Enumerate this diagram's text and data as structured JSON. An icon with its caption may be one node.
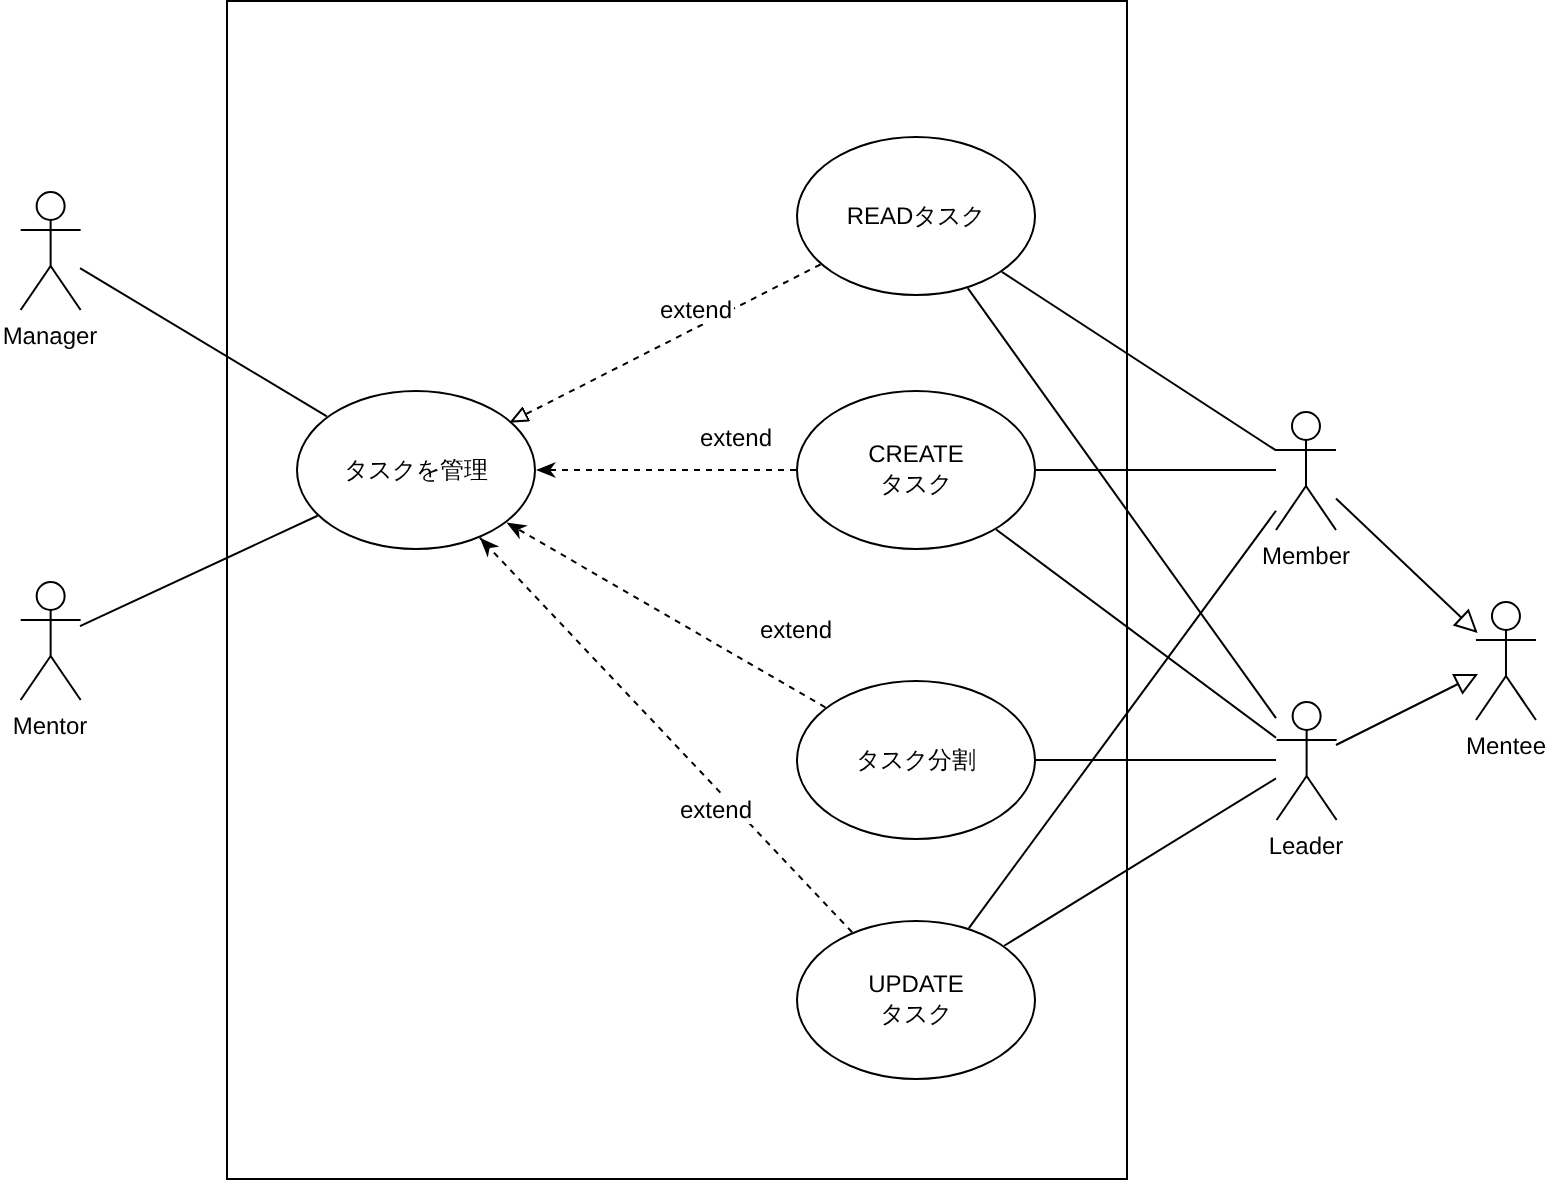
{
  "diagram": {
    "nodes": [
      {
        "text": [],
        "shape": "box"
      },
      {
        "text": [
          "Manager"
        ]
      },
      {
        "text": [
          "Mentor"
        ]
      },
      {
        "text": [
          "タスクを管理"
        ],
        "in": 0
      },
      {
        "text": [
          "READタスク"
        ],
        "in": 0
      },
      {
        "text": [
          "CREATE タスク"
        ],
        "in": 0
      },
      {
        "text": [
          "タスク分割"
        ],
        "in": 0
      },
      {
        "text": [
          "UPDATE タスク"
        ],
        "in": 0
      },
      {
        "text": [
          "Member"
        ]
      },
      {
        "text": [
          "Leader"
        ]
      },
      {
        "text": [
          "Mentee"
        ]
      }
    ],
    "edges": [
      {
        "from": 1,
        "to": 3,
        "arrow": "none"
      },
      {
        "from": 2,
        "to": 3,
        "arrow": "none"
      },
      {
        "from": 4,
        "to": 3,
        "arrow": "to",
        "label": "extend",
        "style": "dashed"
      },
      {
        "from": 5,
        "to": 3,
        "arrow": "to",
        "label": "extend",
        "style": "dashed"
      },
      {
        "from": 6,
        "to": 3,
        "arrow": "to",
        "label": "extend",
        "style": "dashed"
      },
      {
        "from": 7,
        "to": 3,
        "arrow": "to",
        "label": "extend",
        "style": "dashed"
      },
      {
        "from": 4,
        "to": 8,
        "arrow": "none"
      },
      {
        "from": 4,
        "to": 9,
        "arrow": "none"
      },
      {
        "from": 5,
        "to": 8,
        "arrow": "none"
      },
      {
        "from": 5,
        "to": 9,
        "arrow": "none"
      },
      {
        "from": 6,
        "to": 9,
        "arrow": "none"
      },
      {
        "from": 7,
        "to": 8,
        "arrow": "none"
      },
      {
        "from": 7,
        "to": 9,
        "arrow": "none"
      },
      {
        "from": 8,
        "to": 10,
        "arrow": "to"
      },
      {
        "from": 9,
        "to": 10,
        "arrow": "to"
      }
    ]
  }
}
